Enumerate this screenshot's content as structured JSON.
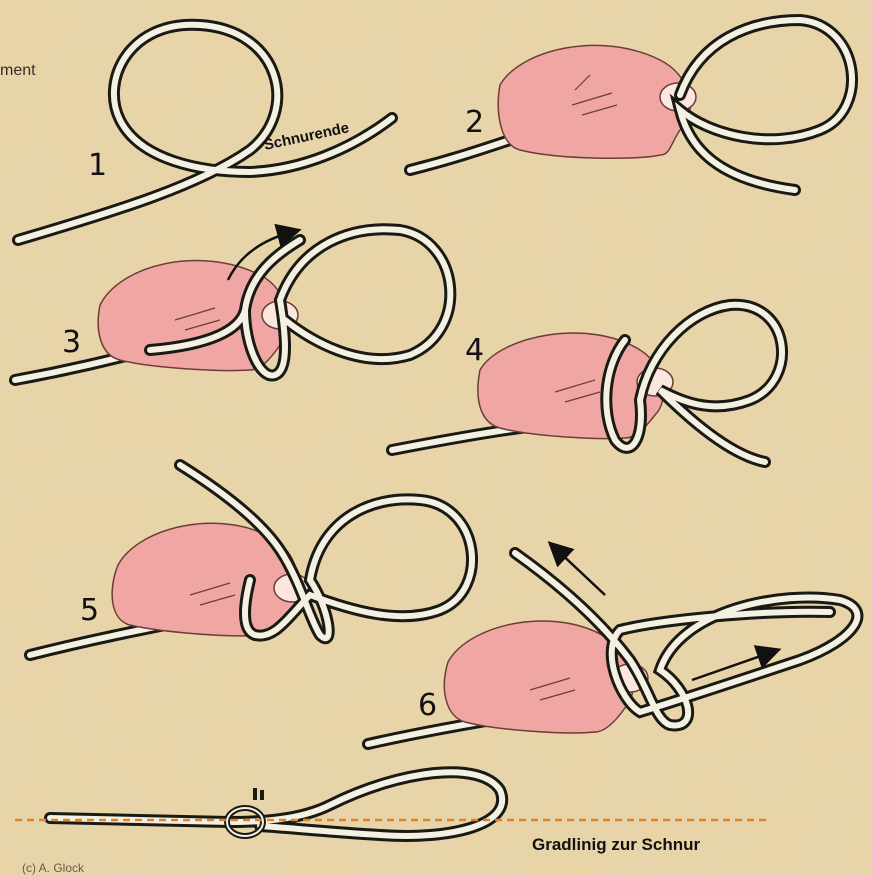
{
  "corner_text": "ment",
  "credit": "(c) A. Glock",
  "steps": [
    {
      "number": "1",
      "label": "Schnurende"
    },
    {
      "number": "2"
    },
    {
      "number": "3"
    },
    {
      "number": "4"
    },
    {
      "number": "5"
    },
    {
      "number": "6"
    }
  ],
  "bottom_label": "Gradlinig zur Schnur",
  "colors": {
    "background": "#e9d4a7",
    "rope_outline": "#1a1a14",
    "rope_fill": "#f4f1e3",
    "hand_fill": "#f0a7a3",
    "hand_outline": "#6b3d36",
    "guide_line": "#e0822a"
  }
}
